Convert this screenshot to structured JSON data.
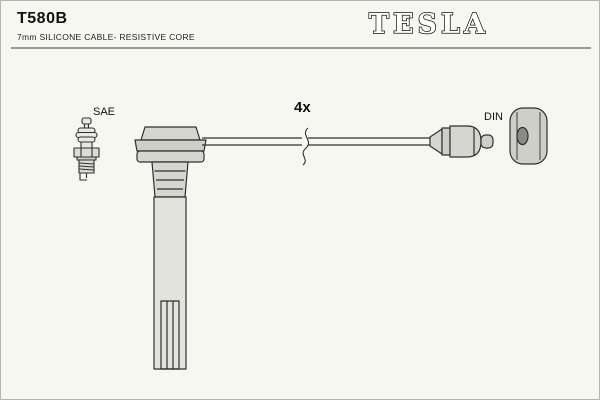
{
  "page": {
    "background": "#f7f7f2",
    "border_color": "#b5b5af"
  },
  "header": {
    "title": "T580B",
    "subtitle": "7mm SILICONE CABLE- RESISTIVE CORE",
    "brand_logo": "TESLA"
  },
  "diagram": {
    "labels": {
      "plug_standard": "SAE",
      "quantity": "4x",
      "connector_standard": "DIN"
    },
    "parts": [
      "spark-plug",
      "coil-boot",
      "ignition-cable",
      "cable-break-mark",
      "din-connector",
      "din-cap"
    ],
    "colors": {
      "line": "#2f2f2f",
      "fill_light": "#e3e3dd",
      "fill_mid": "#d6d6d0",
      "fill_dark": "#cfcfc9",
      "hole_dark": "#8b8b85"
    }
  }
}
